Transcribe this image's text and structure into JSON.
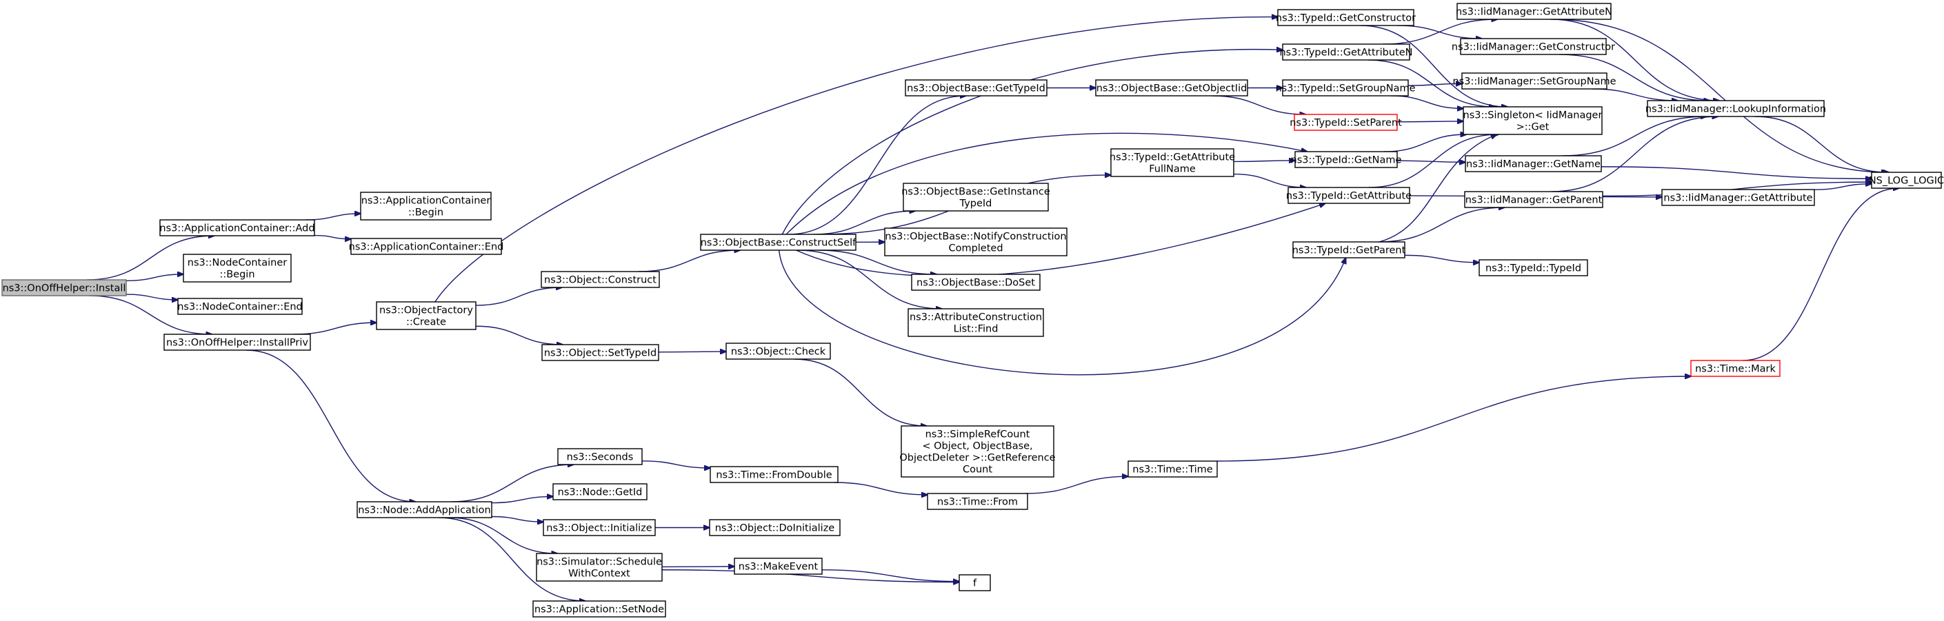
{
  "diagram": {
    "type": "call-graph",
    "edge_color": "#191970",
    "truncated_node_border": "#ff0000",
    "root_fill": "#bfbfbf",
    "nodes": [
      {
        "id": "install",
        "lines": [
          "ns3::OnOffHelper::Install"
        ],
        "root": true
      },
      {
        "id": "appAdd",
        "lines": [
          "ns3::ApplicationContainer::Add"
        ]
      },
      {
        "id": "appBegin",
        "lines": [
          "ns3::ApplicationContainer",
          "::Begin"
        ]
      },
      {
        "id": "appEnd",
        "lines": [
          "ns3::ApplicationContainer::End"
        ]
      },
      {
        "id": "nodeBegin",
        "lines": [
          "ns3::NodeContainer",
          "::Begin"
        ]
      },
      {
        "id": "nodeEnd",
        "lines": [
          "ns3::NodeContainer::End"
        ]
      },
      {
        "id": "installPriv",
        "lines": [
          "ns3::OnOffHelper::InstallPriv"
        ]
      },
      {
        "id": "ofCreate",
        "lines": [
          "ns3::ObjectFactory",
          "::Create"
        ]
      },
      {
        "id": "objConstruct",
        "lines": [
          "ns3::Object::Construct"
        ]
      },
      {
        "id": "objSetTypeId",
        "lines": [
          "ns3::Object::SetTypeId"
        ]
      },
      {
        "id": "construct",
        "lines": [
          "ns3::ObjectBase::ConstructSelf"
        ]
      },
      {
        "id": "getTypeId",
        "lines": [
          "ns3::ObjectBase::GetTypeId"
        ]
      },
      {
        "id": "getObjectIid",
        "lines": [
          "ns3::ObjectBase::GetObjectIid"
        ]
      },
      {
        "id": "getInstTid",
        "lines": [
          "ns3::ObjectBase::GetInstance",
          "TypeId"
        ]
      },
      {
        "id": "notify",
        "lines": [
          "ns3::ObjectBase::NotifyConstruction",
          "Completed"
        ]
      },
      {
        "id": "doSet",
        "lines": [
          "ns3::ObjectBase::DoSet"
        ]
      },
      {
        "id": "acFind",
        "lines": [
          "ns3::AttributeConstruction",
          "List::Find"
        ]
      },
      {
        "id": "objCheck",
        "lines": [
          "ns3::Object::Check"
        ]
      },
      {
        "id": "srcGet",
        "lines": [
          "ns3::SimpleRefCount",
          "< Object, ObjectBase,",
          "ObjectDeleter >::GetReference",
          "Count"
        ]
      },
      {
        "id": "tidAttrFull",
        "lines": [
          "ns3::TypeId::GetAttribute",
          "FullName"
        ]
      },
      {
        "id": "tidGetCtor",
        "lines": [
          "ns3::TypeId::GetConstructor"
        ]
      },
      {
        "id": "tidGetAttrN",
        "lines": [
          "ns3::TypeId::GetAttributeN"
        ]
      },
      {
        "id": "tidSetGroup",
        "lines": [
          "ns3::TypeId::SetGroupName"
        ]
      },
      {
        "id": "tidSetParent",
        "lines": [
          "ns3::TypeId::SetParent"
        ],
        "truncated": true
      },
      {
        "id": "tidGetName",
        "lines": [
          "ns3::TypeId::GetName"
        ]
      },
      {
        "id": "tidGetAttr",
        "lines": [
          "ns3::TypeId::GetAttribute"
        ]
      },
      {
        "id": "tidGetParent",
        "lines": [
          "ns3::TypeId::GetParent"
        ]
      },
      {
        "id": "singleton",
        "lines": [
          "ns3::Singleton< IidManager",
          ">::Get"
        ]
      },
      {
        "id": "iidGetAttrN",
        "lines": [
          "ns3::IidManager::GetAttributeN"
        ]
      },
      {
        "id": "iidGetCtor",
        "lines": [
          "ns3::IidManager::GetConstructor"
        ]
      },
      {
        "id": "iidSetGroup",
        "lines": [
          "ns3::IidManager::SetGroupName"
        ]
      },
      {
        "id": "iidGetName",
        "lines": [
          "ns3::IidManager::GetName"
        ]
      },
      {
        "id": "iidGetAttr",
        "lines": [
          "ns3::IidManager::GetAttribute"
        ]
      },
      {
        "id": "iidGetParent",
        "lines": [
          "ns3::IidManager::GetParent"
        ]
      },
      {
        "id": "tidTypeId",
        "lines": [
          "ns3::TypeId::TypeId"
        ]
      },
      {
        "id": "lookup",
        "lines": [
          "ns3::IidManager::LookupInformation"
        ]
      },
      {
        "id": "nslog",
        "lines": [
          "NS_LOG_LOGIC"
        ]
      },
      {
        "id": "timeMark",
        "lines": [
          "ns3::Time::Mark"
        ],
        "truncated": true
      },
      {
        "id": "addApp",
        "lines": [
          "ns3::Node::AddApplication"
        ]
      },
      {
        "id": "seconds",
        "lines": [
          "ns3::Seconds"
        ]
      },
      {
        "id": "getId",
        "lines": [
          "ns3::Node::GetId"
        ]
      },
      {
        "id": "objInit",
        "lines": [
          "ns3::Object::Initialize"
        ]
      },
      {
        "id": "objDoInit",
        "lines": [
          "ns3::Object::DoInitialize"
        ]
      },
      {
        "id": "schedule",
        "lines": [
          "ns3::Simulator::Schedule",
          "WithContext"
        ]
      },
      {
        "id": "setNode",
        "lines": [
          "ns3::Application::SetNode"
        ]
      },
      {
        "id": "fromDouble",
        "lines": [
          "ns3::Time::FromDouble"
        ]
      },
      {
        "id": "timeFrom",
        "lines": [
          "ns3::Time::From"
        ]
      },
      {
        "id": "timeTime",
        "lines": [
          "ns3::Time::Time"
        ]
      },
      {
        "id": "makeEvent",
        "lines": [
          "ns3::MakeEvent"
        ]
      },
      {
        "id": "fnF",
        "lines": [
          "f"
        ]
      }
    ],
    "edges": [
      [
        "install",
        "appAdd"
      ],
      [
        "install",
        "nodeBegin"
      ],
      [
        "install",
        "nodeEnd"
      ],
      [
        "install",
        "installPriv"
      ],
      [
        "appAdd",
        "appBegin"
      ],
      [
        "appAdd",
        "appEnd"
      ],
      [
        "installPriv",
        "ofCreate"
      ],
      [
        "installPriv",
        "addApp"
      ],
      [
        "ofCreate",
        "tidGetCtor"
      ],
      [
        "ofCreate",
        "objConstruct"
      ],
      [
        "ofCreate",
        "objSetTypeId"
      ],
      [
        "objConstruct",
        "construct"
      ],
      [
        "objSetTypeId",
        "objCheck"
      ],
      [
        "objCheck",
        "srcGet"
      ],
      [
        "construct",
        "getTypeId"
      ],
      [
        "construct",
        "tidGetAttrN"
      ],
      [
        "construct",
        "tidGetName"
      ],
      [
        "construct",
        "tidAttrFull"
      ],
      [
        "construct",
        "getInstTid"
      ],
      [
        "construct",
        "notify"
      ],
      [
        "construct",
        "doSet"
      ],
      [
        "construct",
        "acFind"
      ],
      [
        "construct",
        "tidGetAttr"
      ],
      [
        "construct",
        "tidGetParent"
      ],
      [
        "getTypeId",
        "getObjectIid"
      ],
      [
        "getObjectIid",
        "tidSetGroup"
      ],
      [
        "getObjectIid",
        "tidSetParent"
      ],
      [
        "tidAttrFull",
        "tidGetName"
      ],
      [
        "tidAttrFull",
        "tidGetAttr"
      ],
      [
        "tidGetCtor",
        "iidGetCtor"
      ],
      [
        "tidGetCtor",
        "singleton"
      ],
      [
        "tidGetAttrN",
        "iidGetAttrN"
      ],
      [
        "tidGetAttrN",
        "singleton"
      ],
      [
        "tidSetGroup",
        "iidSetGroup"
      ],
      [
        "tidSetGroup",
        "singleton"
      ],
      [
        "tidSetParent",
        "singleton"
      ],
      [
        "tidGetName",
        "singleton"
      ],
      [
        "tidGetName",
        "iidGetName"
      ],
      [
        "tidGetAttr",
        "singleton"
      ],
      [
        "tidGetAttr",
        "iidGetAttr"
      ],
      [
        "tidGetParent",
        "singleton"
      ],
      [
        "tidGetParent",
        "iidGetParent"
      ],
      [
        "tidGetParent",
        "tidTypeId"
      ],
      [
        "iidGetAttrN",
        "lookup"
      ],
      [
        "iidGetAttrN",
        "nslog"
      ],
      [
        "iidGetCtor",
        "lookup"
      ],
      [
        "iidSetGroup",
        "lookup"
      ],
      [
        "iidGetName",
        "lookup"
      ],
      [
        "iidGetName",
        "nslog"
      ],
      [
        "iidGetAttr",
        "nslog"
      ],
      [
        "iidGetParent",
        "lookup"
      ],
      [
        "iidGetParent",
        "nslog"
      ],
      [
        "lookup",
        "nslog"
      ],
      [
        "timeMark",
        "nslog"
      ],
      [
        "addApp",
        "seconds"
      ],
      [
        "addApp",
        "getId"
      ],
      [
        "addApp",
        "objInit"
      ],
      [
        "addApp",
        "schedule"
      ],
      [
        "addApp",
        "setNode"
      ],
      [
        "seconds",
        "fromDouble"
      ],
      [
        "fromDouble",
        "timeFrom"
      ],
      [
        "timeFrom",
        "timeTime"
      ],
      [
        "timeTime",
        "timeMark"
      ],
      [
        "objInit",
        "objDoInit"
      ],
      [
        "schedule",
        "makeEvent"
      ],
      [
        "schedule",
        "fnF"
      ],
      [
        "makeEvent",
        "fnF"
      ]
    ]
  }
}
